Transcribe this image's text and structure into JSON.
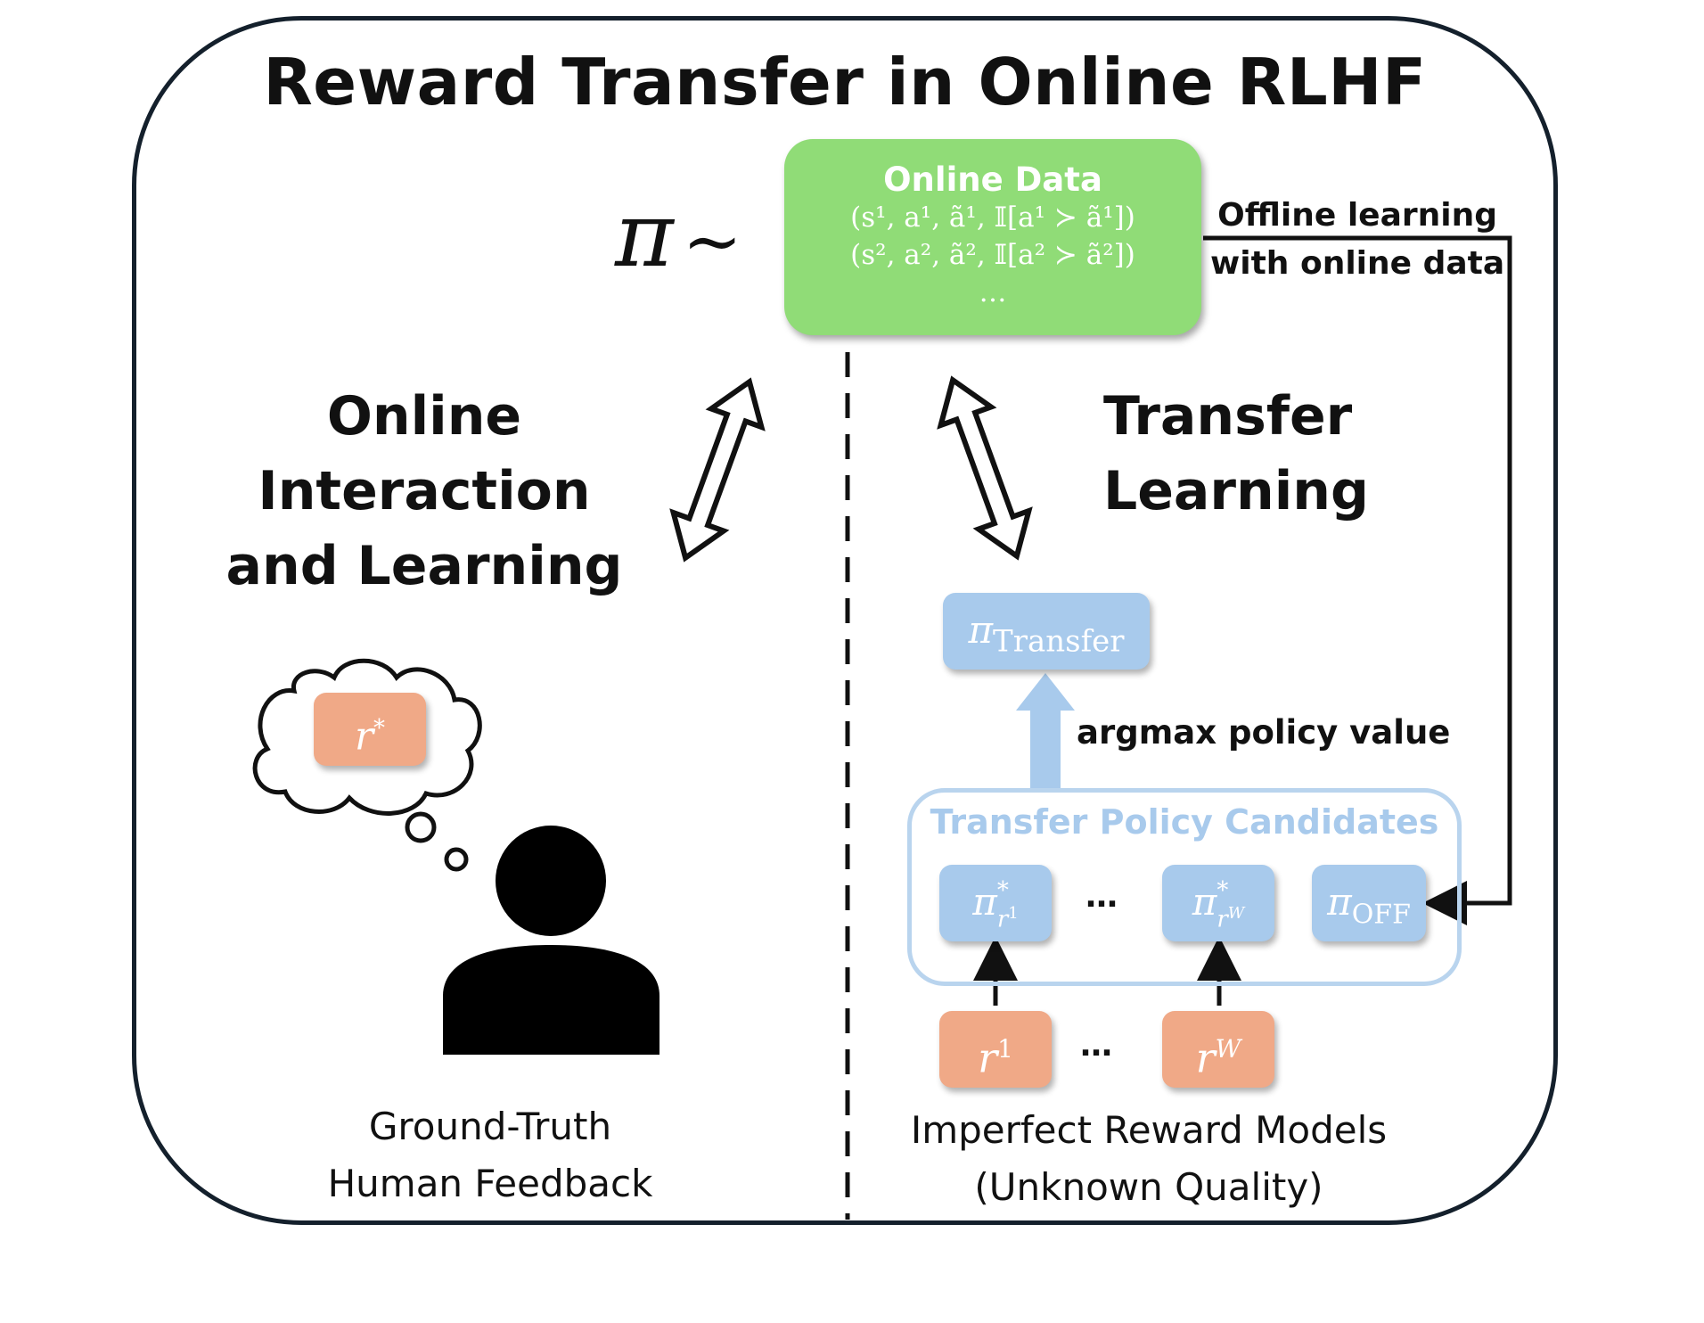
{
  "title": "Reward Transfer in Online RLHF",
  "policy_sample": {
    "pi": "π",
    "sim": "~"
  },
  "online_data": {
    "title": "Online Data",
    "line1": "(s¹, a¹, ã¹, 𝕀[a¹ ≻ ã¹])",
    "line2": "(s², a², ã², 𝕀[a² ≻ ã²])",
    "line3": "…"
  },
  "offline_label": {
    "line1": "Offline learning",
    "line2": "with online data"
  },
  "left_heading": {
    "line1": "Online Interaction",
    "line2": "and Learning"
  },
  "right_heading": {
    "line1": "Transfer",
    "line2": "Learning"
  },
  "thought": {
    "symbol": "r",
    "sup": "*"
  },
  "left_caption": {
    "line1": "Ground-Truth",
    "line2": "Human Feedback"
  },
  "transfer_policy": {
    "symbol": "π",
    "sub": "Transfer"
  },
  "argmax_label": "argmax policy value",
  "candidates": {
    "title": "Transfer Policy Candidates",
    "first": {
      "symbol": "π",
      "sup": "*",
      "sub_base": "r",
      "sub_sup": "1"
    },
    "ellipsis": "…",
    "last": {
      "symbol": "π",
      "sup": "*",
      "sub_base": "r",
      "sub_sup": "W"
    },
    "off": {
      "symbol": "π",
      "sub": "OFF"
    }
  },
  "reward_models": {
    "first": {
      "symbol": "r",
      "sup": "1"
    },
    "ellipsis": "…",
    "last": {
      "symbol": "r",
      "sup": "W"
    }
  },
  "right_caption": {
    "line1": "Imperfect Reward Models",
    "line2": "(Unknown Quality)"
  },
  "colors": {
    "frame": "#14202c",
    "green_box": "#90dc77",
    "blue_box": "#a8caec",
    "orange_box": "#f0a987",
    "candidates_border": "#b9d4ee"
  }
}
